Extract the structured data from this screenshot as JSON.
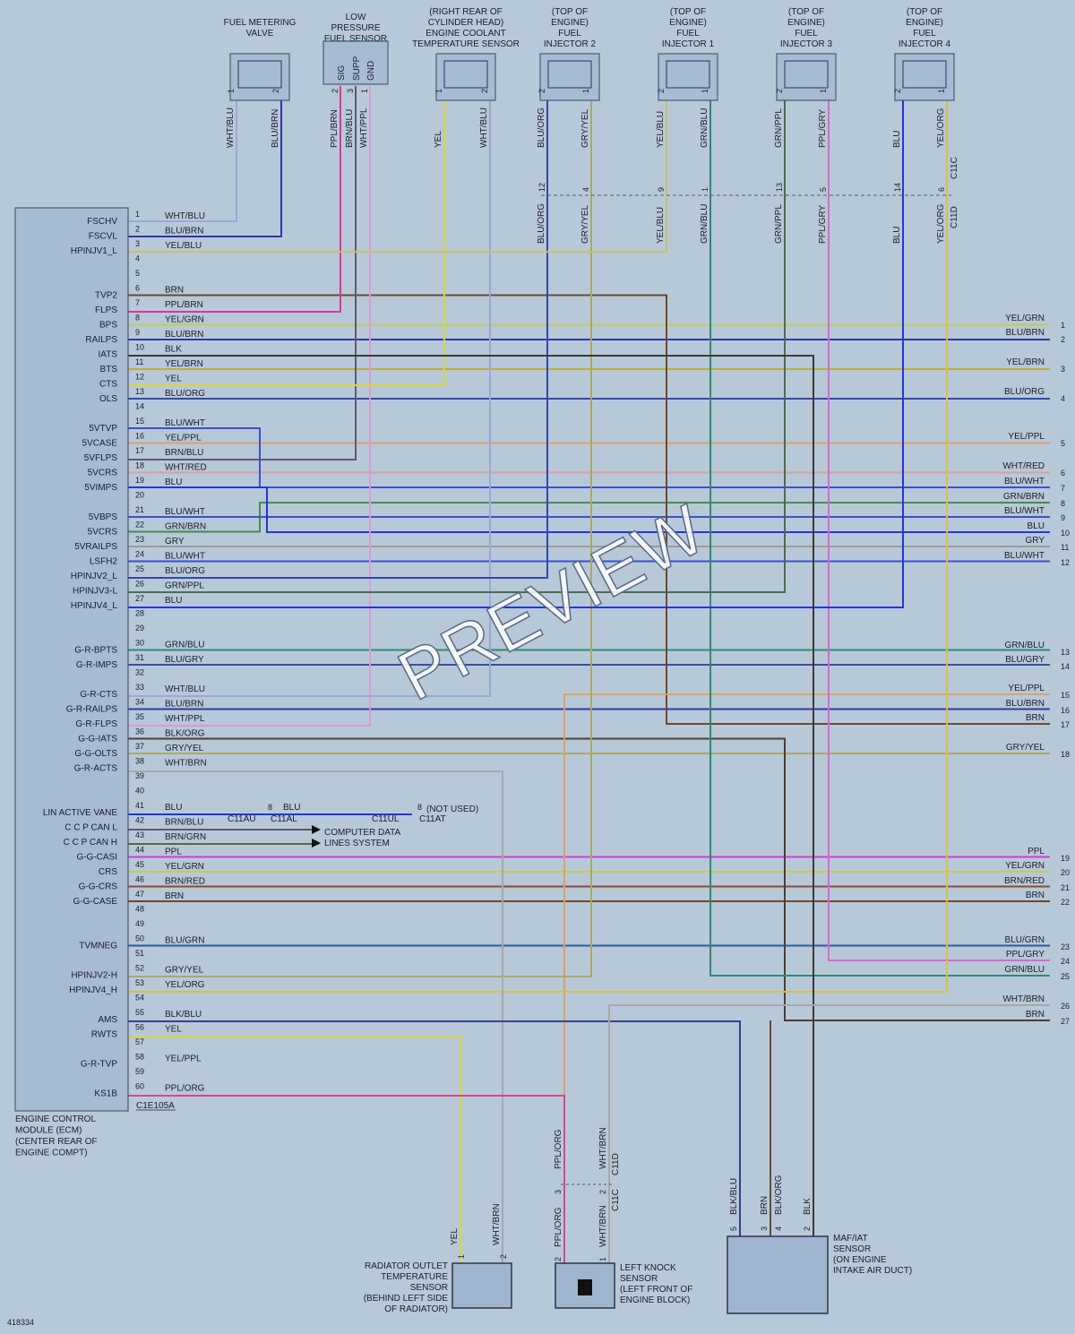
{
  "doc_id": "418334",
  "ecm": {
    "title_lines": [
      "ENGINE CONTROL",
      "MODULE (ECM)",
      "(CENTER REAR OF",
      "ENGINE COMPT)"
    ],
    "connector": "C1E105A",
    "pins": [
      {
        "n": "1",
        "sig": "FSCHV",
        "wire": "WHT/BLU"
      },
      {
        "n": "2",
        "sig": "FSCVL",
        "wire": "BLU/BRN"
      },
      {
        "n": "3",
        "sig": "HPINJV1_L",
        "wire": "YEL/BLU"
      },
      {
        "n": "4",
        "sig": "",
        "wire": ""
      },
      {
        "n": "5",
        "sig": "",
        "wire": ""
      },
      {
        "n": "6",
        "sig": "TVP2",
        "wire": "BRN"
      },
      {
        "n": "7",
        "sig": "FLPS",
        "wire": "PPL/BRN"
      },
      {
        "n": "8",
        "sig": "BPS",
        "wire": "YEL/GRN"
      },
      {
        "n": "9",
        "sig": "RAILPS",
        "wire": "BLU/BRN"
      },
      {
        "n": "10",
        "sig": "IATS",
        "wire": "BLK"
      },
      {
        "n": "11",
        "sig": "BTS",
        "wire": "YEL/BRN"
      },
      {
        "n": "12",
        "sig": "CTS",
        "wire": "YEL"
      },
      {
        "n": "13",
        "sig": "OLS",
        "wire": "BLU/ORG"
      },
      {
        "n": "14",
        "sig": "",
        "wire": ""
      },
      {
        "n": "15",
        "sig": "5VTVP",
        "wire": "BLU/WHT"
      },
      {
        "n": "16",
        "sig": "5VCASE",
        "wire": "YEL/PPL"
      },
      {
        "n": "17",
        "sig": "5VFLPS",
        "wire": "BRN/BLU"
      },
      {
        "n": "18",
        "sig": "5VCRS",
        "wire": "WHT/RED"
      },
      {
        "n": "19",
        "sig": "5VIMPS",
        "wire": "BLU"
      },
      {
        "n": "20",
        "sig": "",
        "wire": ""
      },
      {
        "n": "21",
        "sig": "5VBPS",
        "wire": "BLU/WHT"
      },
      {
        "n": "22",
        "sig": "5VCRS",
        "wire": "GRN/BRN"
      },
      {
        "n": "23",
        "sig": "5VRAILPS",
        "wire": "GRY"
      },
      {
        "n": "24",
        "sig": "LSFH2",
        "wire": "BLU/WHT"
      },
      {
        "n": "25",
        "sig": "HPINJV2_L",
        "wire": "BLU/ORG"
      },
      {
        "n": "26",
        "sig": "HPINJV3-L",
        "wire": "GRN/PPL"
      },
      {
        "n": "27",
        "sig": "HPINJV4_L",
        "wire": "BLU"
      },
      {
        "n": "28",
        "sig": "",
        "wire": ""
      },
      {
        "n": "29",
        "sig": "",
        "wire": ""
      },
      {
        "n": "30",
        "sig": "G-R-BPTS",
        "wire": "GRN/BLU"
      },
      {
        "n": "31",
        "sig": "G-R-IMPS",
        "wire": "BLU/GRY"
      },
      {
        "n": "32",
        "sig": "",
        "wire": ""
      },
      {
        "n": "33",
        "sig": "G-R-CTS",
        "wire": "WHT/BLU"
      },
      {
        "n": "34",
        "sig": "G-R-RAILPS",
        "wire": "BLU/BRN"
      },
      {
        "n": "35",
        "sig": "G-R-FLPS",
        "wire": "WHT/PPL"
      },
      {
        "n": "36",
        "sig": "G-G-IATS",
        "wire": "BLK/ORG"
      },
      {
        "n": "37",
        "sig": "G-G-OLTS",
        "wire": "GRY/YEL"
      },
      {
        "n": "38",
        "sig": "G-R-ACTS",
        "wire": "WHT/BRN"
      },
      {
        "n": "39",
        "sig": "",
        "wire": ""
      },
      {
        "n": "40",
        "sig": "",
        "wire": ""
      },
      {
        "n": "41",
        "sig": "LIN ACTIVE VANE",
        "wire": "BLU"
      },
      {
        "n": "42",
        "sig": "C C P CAN L",
        "wire": "BRN/BLU"
      },
      {
        "n": "43",
        "sig": "C C P CAN H",
        "wire": "BRN/GRN"
      },
      {
        "n": "44",
        "sig": "G-G-CASI",
        "wire": "PPL"
      },
      {
        "n": "45",
        "sig": "CRS",
        "wire": "YEL/GRN"
      },
      {
        "n": "46",
        "sig": "G-G-CRS",
        "wire": "BRN/RED"
      },
      {
        "n": "47",
        "sig": "G-G-CASE",
        "wire": "BRN"
      },
      {
        "n": "48",
        "sig": "",
        "wire": ""
      },
      {
        "n": "49",
        "sig": "",
        "wire": ""
      },
      {
        "n": "50",
        "sig": "TVMNEG",
        "wire": "BLU/GRN"
      },
      {
        "n": "51",
        "sig": "",
        "wire": ""
      },
      {
        "n": "52",
        "sig": "HPINJV2-H",
        "wire": "GRY/YEL"
      },
      {
        "n": "53",
        "sig": "HPINJV4_H",
        "wire": "YEL/ORG"
      },
      {
        "n": "54",
        "sig": "",
        "wire": ""
      },
      {
        "n": "55",
        "sig": "AMS",
        "wire": "BLK/BLU"
      },
      {
        "n": "56",
        "sig": "RWTS",
        "wire": "YEL"
      },
      {
        "n": "57",
        "sig": "",
        "wire": ""
      },
      {
        "n": "58",
        "sig": "G-R-TVP",
        "wire": "YEL/PPL"
      },
      {
        "n": "59",
        "sig": "",
        "wire": ""
      },
      {
        "n": "60",
        "sig": "KS1B",
        "wire": "PPL/ORG"
      }
    ]
  },
  "right_exits": [
    {
      "n": "1",
      "wire": "YEL/GRN"
    },
    {
      "n": "2",
      "wire": "BLU/BRN"
    },
    {
      "n": "3",
      "wire": "YEL/BRN"
    },
    {
      "n": "4",
      "wire": "BLU/ORG"
    },
    {
      "n": "5",
      "wire": "YEL/PPL"
    },
    {
      "n": "6",
      "wire": "WHT/RED"
    },
    {
      "n": "7",
      "wire": "BLU/WHT"
    },
    {
      "n": "8",
      "wire": "GRN/BRN"
    },
    {
      "n": "9",
      "wire": "BLU/WHT"
    },
    {
      "n": "10",
      "wire": "BLU"
    },
    {
      "n": "11",
      "wire": "GRY"
    },
    {
      "n": "12",
      "wire": "BLU/WHT"
    },
    {
      "n": "13",
      "wire": "GRN/BLU"
    },
    {
      "n": "14",
      "wire": "BLU/GRY"
    },
    {
      "n": "15",
      "wire": "YEL/PPL"
    },
    {
      "n": "16",
      "wire": "BLU/BRN"
    },
    {
      "n": "17",
      "wire": "BRN"
    },
    {
      "n": "18",
      "wire": "GRY/YEL"
    },
    {
      "n": "19",
      "wire": "PPL"
    },
    {
      "n": "20",
      "wire": "YEL/GRN"
    },
    {
      "n": "21",
      "wire": "BRN/RED"
    },
    {
      "n": "22",
      "wire": "BRN"
    },
    {
      "n": "23",
      "wire": "BLU/GRN"
    },
    {
      "n": "24",
      "wire": "PPL/GRY"
    },
    {
      "n": "25",
      "wire": "GRN/BLU"
    },
    {
      "n": "26",
      "wire": "WHT/BRN"
    },
    {
      "n": "27",
      "wire": "BRN"
    }
  ],
  "top_components": [
    {
      "id": "fmv",
      "title": [
        "FUEL METERING",
        "VALVE"
      ],
      "pins": [
        {
          "n": "1",
          "wire": "WHT/BLU"
        },
        {
          "n": "2",
          "wire": "BLU/BRN"
        }
      ]
    },
    {
      "id": "lpfs",
      "title": [
        "LOW",
        "PRESSURE",
        "FUEL SENSOR"
      ],
      "pins": [
        {
          "n": "2",
          "wire": "PPL/BRN",
          "sig": "SIG"
        },
        {
          "n": "3",
          "wire": "BRN/BLU",
          "sig": "SUPP"
        },
        {
          "n": "1",
          "wire": "WHT/PPL",
          "sig": "GND"
        }
      ]
    },
    {
      "id": "ects",
      "title": [
        "(RIGHT REAR OF",
        "CYLINDER HEAD)",
        "ENGINE COOLANT",
        "TEMPERATURE SENSOR"
      ],
      "pins": [
        {
          "n": "1",
          "wire": "YEL"
        },
        {
          "n": "2",
          "wire": "WHT/BLU"
        }
      ]
    },
    {
      "id": "inj2",
      "title": [
        "(TOP OF",
        "ENGINE)",
        "FUEL",
        "INJECTOR 2"
      ],
      "pins": [
        {
          "n": "2",
          "wire": "BLU/ORG",
          "c": "12",
          "wire2": "BLU/ORG"
        },
        {
          "n": "1",
          "wire": "GRY/YEL",
          "c": "4",
          "wire2": "GRY/YEL"
        }
      ]
    },
    {
      "id": "inj1",
      "title": [
        "(TOP OF",
        "ENGINE)",
        "FUEL",
        "INJECTOR 1"
      ],
      "pins": [
        {
          "n": "2",
          "wire": "YEL/BLU",
          "c": "9",
          "wire2": "YEL/BLU"
        },
        {
          "n": "1",
          "wire": "GRN/BLU",
          "c": "1",
          "wire2": "GRN/BLU"
        }
      ]
    },
    {
      "id": "inj3",
      "title": [
        "(TOP OF",
        "ENGINE)",
        "FUEL",
        "INJECTOR 3"
      ],
      "pins": [
        {
          "n": "2",
          "wire": "GRN/PPL",
          "c": "13",
          "wire2": "GRN/PPL"
        },
        {
          "n": "1",
          "wire": "PPL/GRY",
          "c": "5",
          "wire2": "PPL/GRY"
        }
      ]
    },
    {
      "id": "inj4",
      "title": [
        "(TOP OF",
        "ENGINE)",
        "FUEL",
        "INJECTOR 4"
      ],
      "pins": [
        {
          "n": "2",
          "wire": "BLU",
          "c": "14",
          "wire2": "BLU"
        },
        {
          "n": "1",
          "wire": "YEL/ORG",
          "c": "6",
          "wire2": "YEL/ORG"
        }
      ]
    }
  ],
  "inline_connectors": {
    "c11c": "C11C",
    "c11d": "C11D",
    "c11au": "C11AU",
    "c11at": "C11AT",
    "c11al": "C11AL",
    "c11ul": "C11UL"
  },
  "can_labels": {
    "pin_a": "8",
    "pin_b": "8",
    "wire": "BLU",
    "not_used": "(NOT USED)",
    "cdl_line1": "COMPUTER DATA",
    "cdl_line2": "LINES SYSTEM"
  },
  "bottom_components": {
    "rots": {
      "title": [
        "RADIATOR OUTLET",
        "TEMPERATURE",
        "SENSOR",
        "(BEHIND LEFT SIDE",
        "OF RADIATOR)"
      ],
      "pins": [
        {
          "n": "1",
          "wire": "YEL"
        },
        {
          "n": "2",
          "wire": "WHT/BRN"
        }
      ]
    },
    "knock": {
      "title": [
        "LEFT KNOCK",
        "SENSOR",
        "(LEFT FRONT OF",
        "ENGINE BLOCK)"
      ],
      "pins_upper": [
        {
          "n": "3",
          "wire": "PPL/ORG"
        },
        {
          "n": "2",
          "wire": "WHT/BRN"
        }
      ],
      "pins_lower": [
        {
          "n": "2",
          "wire": "PPL/ORG"
        },
        {
          "n": "1",
          "wire": "WHT/BRN"
        }
      ]
    },
    "maf": {
      "title": [
        "MAF/IAT",
        "SENSOR",
        "(ON ENGINE",
        "INTAKE AIR DUCT)"
      ],
      "pins": [
        {
          "n": "5",
          "wire": "BLK/BLU"
        },
        {
          "n": "3",
          "wire": "BRN"
        },
        {
          "n": "4",
          "wire": "BLK/ORG"
        },
        {
          "n": "2",
          "wire": "BLK"
        }
      ]
    }
  },
  "watermark": "PREVIEW",
  "colors": {
    "WHT/BLU": "#9aa7d8",
    "BLU/BRN": "#2d3aa8",
    "YEL/BLU": "#c9c26a",
    "BRN": "#6b4a2e",
    "PPL/BRN": "#d6379a",
    "YEL/GRN": "#c3cb55",
    "BLK": "#3a3a3a",
    "YEL/BRN": "#b9b13a",
    "YEL": "#d9d63a",
    "BLU/ORG": "#3447b0",
    "BLU/WHT": "#3c4fd0",
    "YEL/PPL": "#d7a36a",
    "BRN/BLU": "#5e5a6e",
    "WHT/RED": "#d7a0a0",
    "BLU": "#2436d8",
    "GRN/BRN": "#3e8f4a",
    "GRY": "#9a9a9a",
    "GRN/PPL": "#4b6a55",
    "GRN/BLU": "#2e8a6e",
    "BLU/GRY": "#3a4fa0",
    "WHT/PPL": "#d89ad8",
    "BLK/ORG": "#4a4038",
    "GRY/YEL": "#a9a86a",
    "WHT/BRN": "#a8a8a8",
    "PPL": "#d33ad3",
    "BRN/RED": "#8a4a2e",
    "BLU/GRN": "#2e5a9a",
    "PPL/GRY": "#d46ad0",
    "YEL/ORG": "#d9c04a",
    "BLK/BLU": "#38408a",
    "PPL/ORG": "#d6478a",
    "BRN/GRN": "#5a6a3a"
  }
}
